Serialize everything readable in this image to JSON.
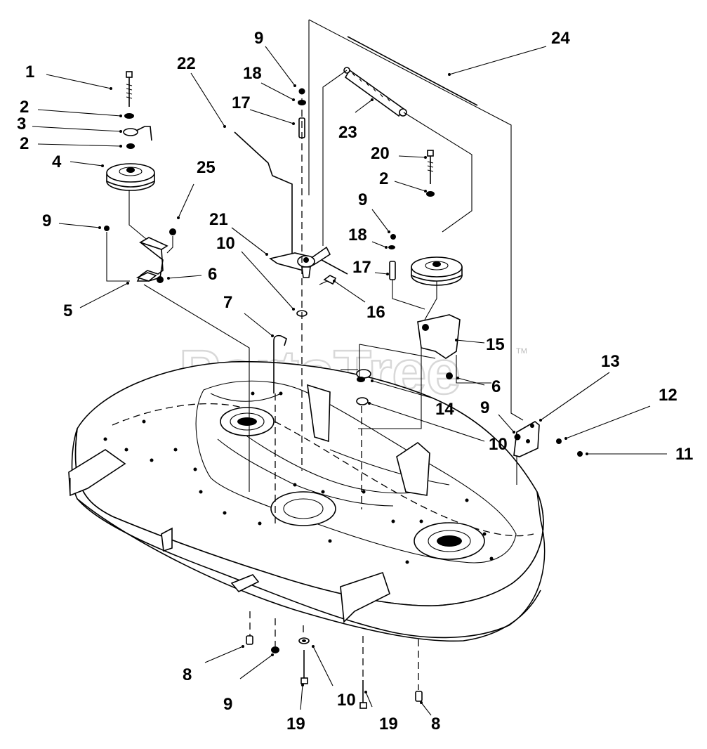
{
  "watermark": {
    "text": "PartsTree",
    "trademark": "TM"
  },
  "callouts": {
    "c1": "1",
    "c2a": "2",
    "c3": "3",
    "c2b": "2",
    "c4": "4",
    "c9a": "9",
    "c25": "25",
    "c5": "5",
    "c6a": "6",
    "c22": "22",
    "c9b": "9",
    "c18a": "18",
    "c17a": "17",
    "c21": "21",
    "c10a": "10",
    "c7": "7",
    "c16": "16",
    "c23": "23",
    "c24": "24",
    "c20": "20",
    "c2c": "2",
    "c9c": "9",
    "c18b": "18",
    "c17b": "17",
    "c15": "15",
    "c6b": "6",
    "c14": "14",
    "c10b": "10",
    "c9d": "9",
    "c13": "13",
    "c12": "12",
    "c11": "11",
    "c8a": "8",
    "c9e": "9",
    "c19a": "19",
    "c10c": "10",
    "c19b": "19",
    "c8b": "8"
  }
}
